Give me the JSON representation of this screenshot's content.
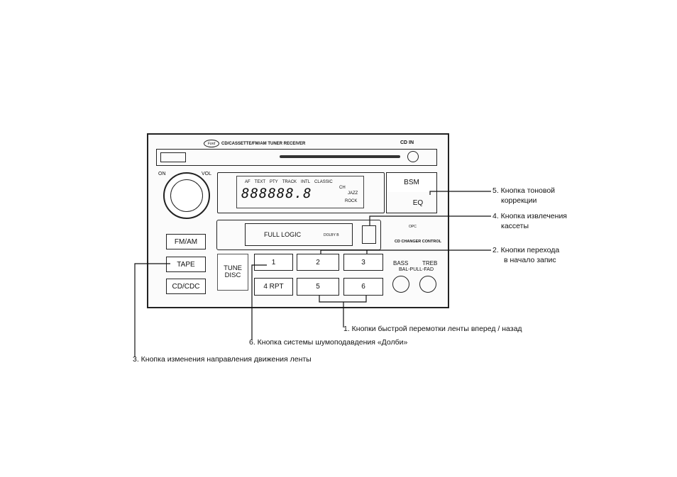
{
  "device": {
    "logo_text": "Ford",
    "model_text": "CD/CASSETTE/FM/AM TUNER RECEIVER",
    "cd_in": "CD IN",
    "on_label": "ON",
    "vol_label": "VOL",
    "display": {
      "modes": [
        "AF",
        "TEXT",
        "PTY",
        "TRACK",
        "INTL",
        "CLASSIC"
      ],
      "digits": "888888.8",
      "ch_label": "CH",
      "jazz": "JAZZ",
      "rock": "ROCK"
    },
    "bsm": "BSM",
    "eq": "EQ",
    "tape_label": "FULL LOGIC",
    "dolby_label": "DOLBY B",
    "cdc_label": "CD CHANGER CONTROL",
    "cdc_small": "OPC",
    "fm_am": "FM/AM",
    "tape": "TAPE",
    "cd_cdc": "CD/CDC",
    "tune_disc": [
      "TUNE",
      "DISC"
    ],
    "presets": [
      "1",
      "2",
      "3",
      "4 RPT",
      "5",
      "6"
    ],
    "bass": "BASS",
    "treb": "TREB",
    "bal_fad": "BAL-PULL-FAD"
  },
  "callouts": {
    "c1": "1. Кнопки быстрой перемотки ленты вперед / назад",
    "c2a": "2.  Кнопки перехода",
    "c2b": "в начало запис",
    "c3": "3. Кнопка изменения направления движения ленты",
    "c4a": "4. Кнопка извлечения",
    "c4b": "кассеты",
    "c5a": "5. Кнопка тоновой",
    "c5b": "коррекции",
    "c6": "6. Кнопка системы шумоподавдения «Долби»"
  }
}
